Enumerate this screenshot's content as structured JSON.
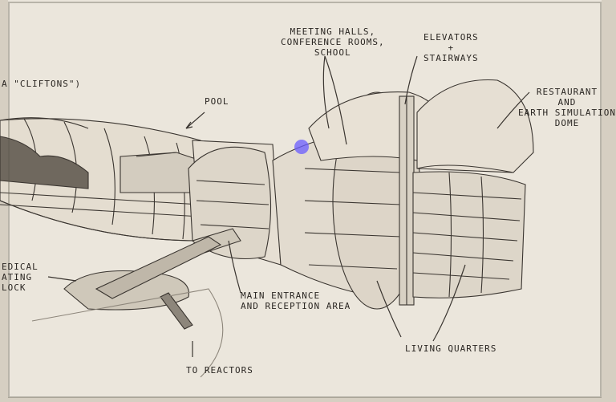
{
  "colors": {
    "paper": "#ebe6dc",
    "graphite": "#3a3530",
    "shade": "#8d867b",
    "glare": "#6a5cff"
  },
  "labels": {
    "clifton": "A \"CLIFTONS\")",
    "pool": "POOL",
    "meeting": [
      "MEETING HALLS,",
      "CONFERENCE ROOMS,",
      "SCHOOL"
    ],
    "elevators": [
      "ELEVATORS",
      "+",
      "STAIRWAYS"
    ],
    "restaurant": [
      "RESTAURANT",
      "AND",
      "EARTH SIMULATION",
      "DOME"
    ],
    "medical": [
      "EDICAL",
      "ATING",
      "LOCK"
    ],
    "entrance": [
      "MAIN ENTRANCE",
      "AND RECEPTION AREA"
    ],
    "living": "LIVING QUARTERS",
    "reactors": "TO REACTORS"
  }
}
